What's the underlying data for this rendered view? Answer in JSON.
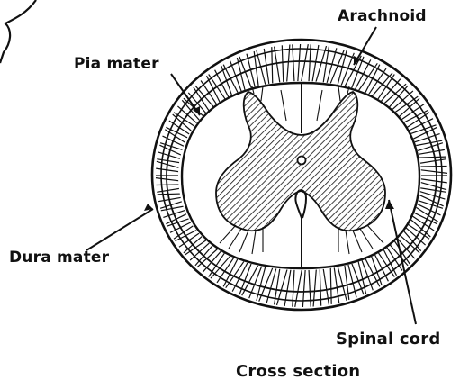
{
  "labels": {
    "arachnoid": "Arachnoid",
    "pia_mater": "Pia mater",
    "dura_mater": "Dura mater",
    "spinal_cord": "Spinal cord",
    "caption": "Cross section"
  },
  "colors": {
    "ink": "#111111",
    "background": "#ffffff"
  }
}
